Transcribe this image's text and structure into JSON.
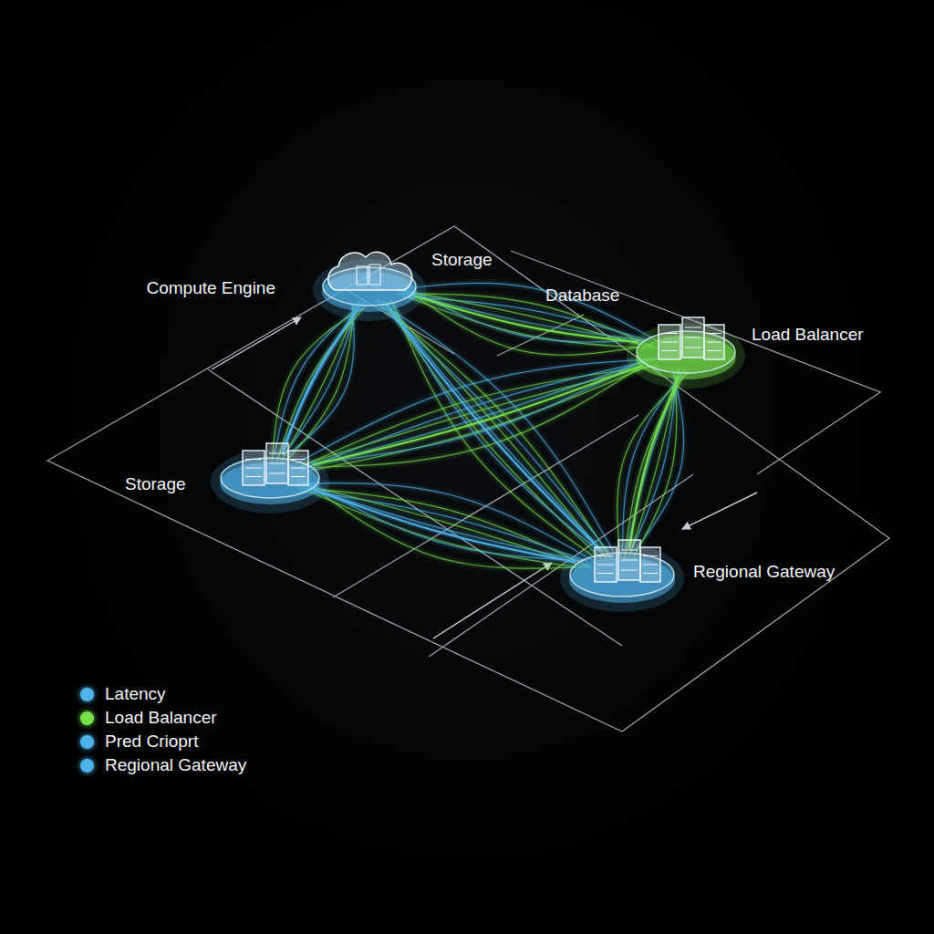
{
  "diagram": {
    "nodes": [
      {
        "text": [
          "Compute Engine",
          "Storage"
        ]
      },
      {
        "text": [
          "Load Balancer"
        ]
      },
      {
        "text": [
          "Storage"
        ]
      },
      {
        "text": [
          "Regional Gateway"
        ]
      }
    ],
    "edges": [
      {
        "from": 0,
        "to": 1,
        "arrow": "none"
      },
      {
        "from": 0,
        "to": 2,
        "arrow": "none"
      },
      {
        "from": 0,
        "to": 3,
        "arrow": "none"
      },
      {
        "from": 2,
        "to": 1,
        "arrow": "none"
      },
      {
        "from": 2,
        "to": 3,
        "arrow": "none"
      },
      {
        "from": 1,
        "to": 3,
        "arrow": "none"
      }
    ],
    "labels": [
      "Database"
    ],
    "legend": [
      {
        "text": "Latency",
        "color": "#4fb3ea"
      },
      {
        "text": "Load Balancer",
        "color": "#74e04c"
      },
      {
        "text": "Pred Crioprt",
        "color": "#4fb3ea"
      },
      {
        "text": "Regional Gateway",
        "color": "#4fb3ea"
      }
    ]
  }
}
